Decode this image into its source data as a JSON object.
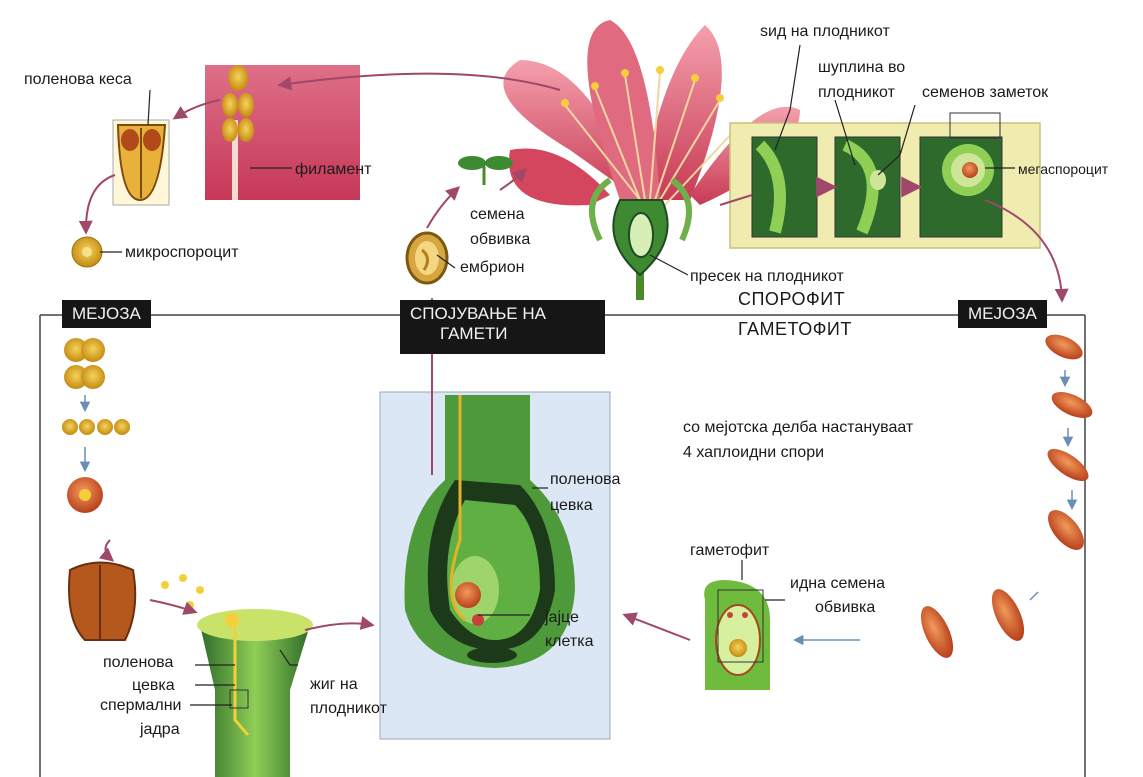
{
  "sporophyte": {
    "pollen_sac": "поленова кеса",
    "filament": "филамент",
    "microsporocyte": "микроспороцит",
    "ovary_wall": "ѕид на плодникот",
    "ovary_cavity_line1": "шуплина во",
    "ovary_cavity_line2": "плодникот",
    "ovule": "семенов заметок",
    "megasporocyte": "мегаспороцит",
    "seed_coat_line1": "семена",
    "seed_coat_line2": "обвивка",
    "embryo": "ембрион",
    "ovary_section": "пресек на плодникот",
    "title": "СПОРОФИТ"
  },
  "gametophyte": {
    "title": "ГАМЕТОФИТ",
    "meiosis_left": "МЕЈОЗА",
    "meiosis_right": "МЕЈОЗА",
    "fusion_line1": "СПОЈУВАЊЕ НА",
    "fusion_line2": "ГАМЕТИ",
    "meiotic_note_line1": "со мејотска делба настануваат",
    "meiotic_note_line2": "4 хаплоидни спори",
    "pollen_tube_line1": "поленова",
    "pollen_tube_line2": "цевка",
    "egg_line1": "јајце",
    "egg_line2": "клетка",
    "gametophyte_label": "гаметофит",
    "future_coat_line1": "идна семена",
    "future_coat_line2": "обвивка",
    "pollen_tube2_line1": "поленова",
    "pollen_tube2_line2": "цевка",
    "sperm_line1": "спермални",
    "sperm_line2": "јадра",
    "stigma_line1": "жиг на",
    "stigma_line2": "плодникот"
  },
  "colors": {
    "petal": "#d9475f",
    "green": "#5fa83a",
    "dark_green": "#1f4a22",
    "yellow_panel": "#f0ecb0",
    "blue_panel": "#dbe7f4",
    "arrow": "#a0486a",
    "orange_cell": "#d96a2a"
  }
}
